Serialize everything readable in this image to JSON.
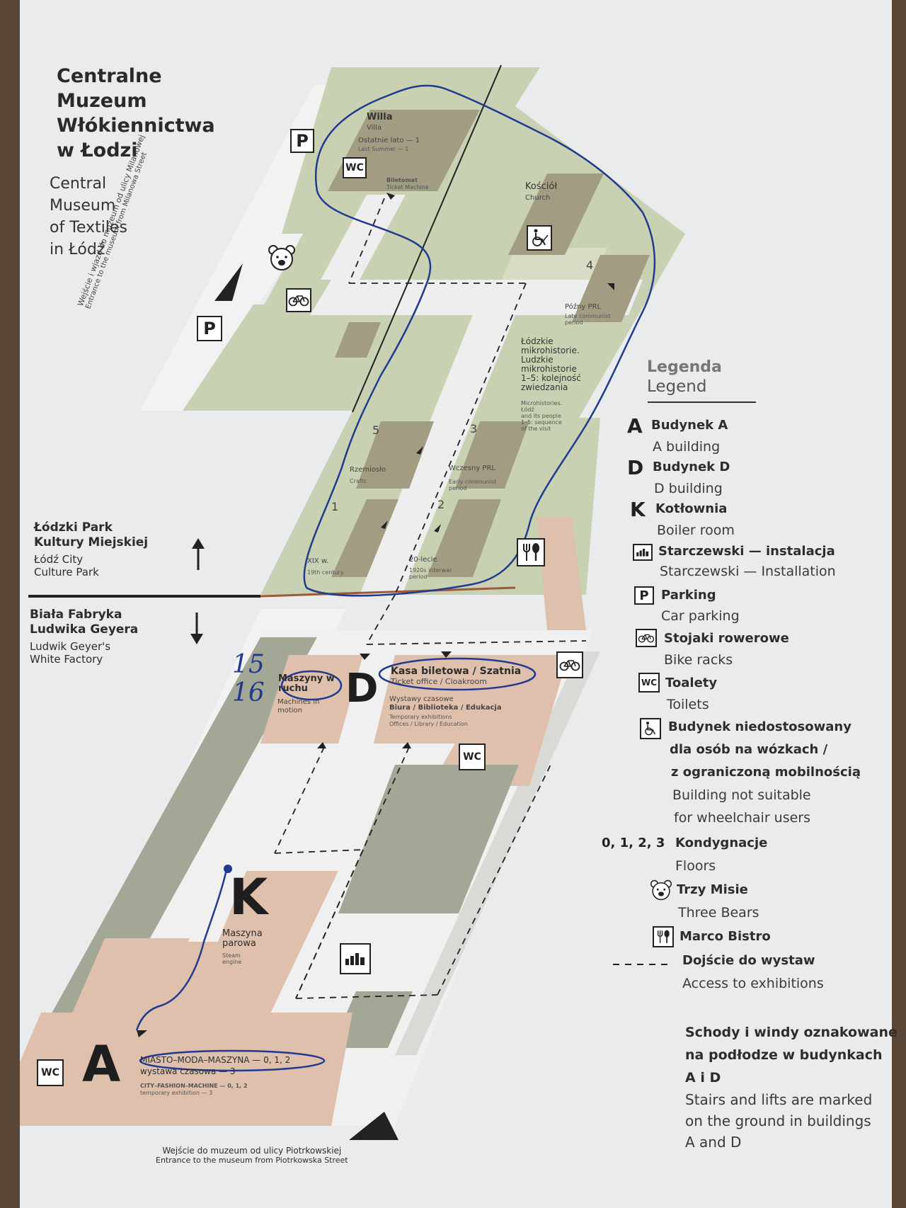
{
  "title": {
    "pl": [
      "Centralne",
      "Muzeum",
      "Włókiennictwa",
      "w Łodzi"
    ],
    "en": [
      "Central",
      "Museum",
      "of Textiles",
      "in Łódź"
    ]
  },
  "entrances": {
    "milanowska_pl": "Wejście i wjazd do muzeum od ulicy Milanowej",
    "milanowska_en": "Entrance to the museum from Milanowa Street",
    "piotrkowska_pl": "Wejście do muzeum od ulicy Piotrkowskiej",
    "piotrkowska_en": "Entrance to the museum from Piotrkowska Street"
  },
  "areas": {
    "park_pl": [
      "Łódzki Park",
      "Kultury Miejskiej"
    ],
    "park_en": [
      "Łódź City",
      "Culture Park"
    ],
    "factory_pl": [
      "Biała Fabryka",
      "Ludwika Geyera"
    ],
    "factory_en": [
      "Ludwik Geyer's",
      "White Factory"
    ]
  },
  "buildings": {
    "villa_pl": "Willa",
    "villa_en": "Villa",
    "villa_exh_pl": "Ostatnie lato — 1",
    "villa_exh_en": "Last Summer — 1",
    "ticket_machine_pl": "Biletomat",
    "ticket_machine_en": "Ticket Machine",
    "church_pl": "Kościół",
    "church_en": "Church",
    "micro_pl": [
      "Łódzkie",
      "mikrohistorie.",
      "Ludzkie",
      "mikrohistorie",
      "1–5: kolejność",
      "zwiedzania"
    ],
    "micro_en": [
      "Microhistories.",
      "Łódź",
      "and its people",
      "1–5: sequence",
      "of the visit"
    ],
    "house1_num": "1",
    "house1_pl": "XIX w.",
    "house1_en": "19th century",
    "house2_num": "2",
    "house2_pl": "20-lecie",
    "house2_en": "1920s interwar period",
    "house3_num": "3",
    "house3_pl": "Wczesny PRL",
    "house3_en": "Early communist period",
    "house4_num": "4",
    "house4_pl": "Późny PRL",
    "house4_en": "Late communist period",
    "house5_num": "5",
    "house5_pl": "Rzemiosło",
    "house5_en": "Crafts",
    "d_letter": "D",
    "d_machines_pl": "Maszyny w ruchu",
    "d_machines_en": "Machines in motion",
    "d_ticket_pl": "Kasa biletowa / Szatnia",
    "d_ticket_en": "Ticket office / Cloakroom",
    "d_exh_pl": "Wystawy czasowe",
    "d_office_pl": "Biura / Biblioteka / Edukacja",
    "d_exh_en": "Temporary exhibitions",
    "d_office_en": "Offices / Library / Education",
    "k_letter": "K",
    "k_pl": "Maszyna parowa",
    "k_en": "Steam engine",
    "a_letter": "A",
    "a_exh1": "MIASTO–MODA–MASZYNA — 0, 1, 2",
    "a_exh2": "wystawa czasowa — 3",
    "a_exh3": "CITY–FASHION–MACHINE — 0, 1, 2",
    "a_exh4": "temporary exhibition — 3"
  },
  "handwriting": {
    "note1": "15",
    "note2": "16"
  },
  "icons": {
    "wc": "WC",
    "parking": "P",
    "bike": "bike-icon",
    "bear": "bear-icon",
    "bistro": "bistro-icon",
    "wheelchair": "wheelchair-icon",
    "installation": "installation-icon"
  },
  "legend": {
    "title_pl": "Legenda",
    "title_en": "Legend",
    "items": [
      {
        "sym": "A",
        "pl": "Budynek A",
        "en": "A building"
      },
      {
        "sym": "D",
        "pl": "Budynek D",
        "en": "D building"
      },
      {
        "sym": "K",
        "pl": "Kotłownia",
        "en": "Boiler room"
      },
      {
        "sym": "installation-icon",
        "pl": "Starczewski — instalacja",
        "en": "Starczewski — Installation"
      },
      {
        "sym": "P",
        "pl": "Parking",
        "en": "Car parking"
      },
      {
        "sym": "bike-icon",
        "pl": "Stojaki rowerowe",
        "en": "Bike racks"
      },
      {
        "sym": "WC",
        "pl": "Toalety",
        "en": "Toilets"
      },
      {
        "sym": "wheelchair-icon",
        "pl": "Budynek niedostosowany",
        "pl2": "dla osób na wózkach /",
        "pl3": "z ograniczoną mobilnością",
        "en": "Building not suitable",
        "en2": "for wheelchair users"
      },
      {
        "sym": "0, 1, 2, 3",
        "pl": "Kondygnacje",
        "en": "Floors"
      },
      {
        "sym": "bear-icon",
        "pl": "Trzy Misie",
        "en": "Three Bears"
      },
      {
        "sym": "bistro-icon",
        "pl": "Marco Bistro",
        "en": ""
      },
      {
        "sym": "- - - -",
        "pl": "Dojście do wystaw",
        "en": "Access to exhibitions"
      }
    ],
    "stairs_pl": [
      "Schody i windy oznakowane",
      "na podłodze w budynkach",
      "A i D"
    ],
    "stairs_en": [
      "Stairs and lifts are marked",
      "on the ground in buildings",
      "A and D"
    ]
  },
  "colors": {
    "paper": "#e9ebed",
    "green": "#c9d1b3",
    "pink": "#dfc0ad",
    "gray_green": "#a3a896",
    "olive": "#a29d82",
    "pen": "#1f3a8f"
  }
}
